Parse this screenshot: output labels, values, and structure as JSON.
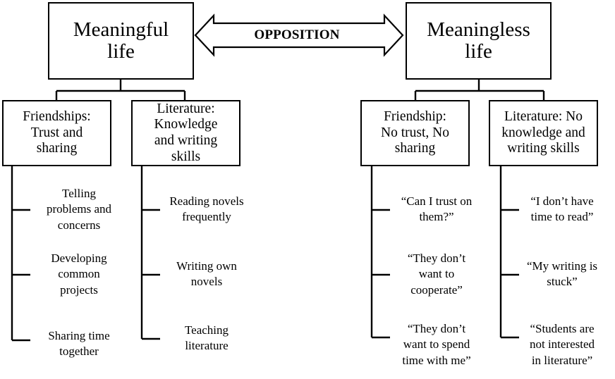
{
  "diagram": {
    "type": "tree-comparison",
    "relation_label": "OPPOSITION",
    "relation_icon": "double-headed-arrow-icon",
    "left": {
      "root": "Meaningful\nlife",
      "branches": [
        {
          "title": "Friendships:\nTrust and\nsharing",
          "leaves": [
            "Telling\nproblems and\nconcerns",
            "Developing\ncommon\nprojects",
            "Sharing time\ntogether"
          ]
        },
        {
          "title": "Literature:\nKnowledge\nand writing\nskills",
          "leaves": [
            "Reading novels\nfrequently",
            "Writing own\nnovels",
            "Teaching\nliterature"
          ]
        }
      ]
    },
    "right": {
      "root": "Meaningless\nlife",
      "branches": [
        {
          "title": "Friendship:\nNo trust, No\nsharing",
          "leaves": [
            "“Can I trust on\nthem?”",
            "“They don’t\nwant to\ncooperate”",
            "“They don’t\nwant to spend\ntime with me”"
          ]
        },
        {
          "title": "Literature: No\nknowledge and\nwriting skills",
          "leaves": [
            "“I don’t have\ntime to read”",
            "“My writing is\nstuck”",
            "“Students are\nnot interested\nin literature”"
          ]
        }
      ]
    },
    "colors": {
      "stroke": "#000000",
      "background": "#ffffff",
      "text": "#000000"
    }
  }
}
